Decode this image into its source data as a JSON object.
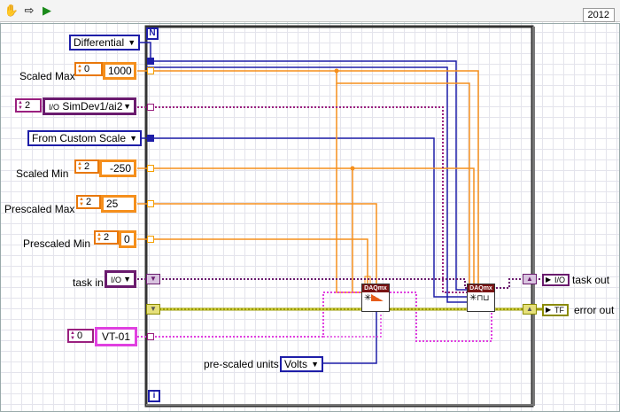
{
  "tab_year": "2012",
  "loop": {
    "count_label": "N",
    "iteration_label": "i"
  },
  "labels": {
    "scaled_max": "Scaled Max",
    "scaled_min": "Scaled Min",
    "prescaled_max": "Prescaled Max",
    "prescaled_min": "Prescaled Min",
    "task_in": "task in",
    "prescaled_units": "pre-scaled units",
    "task_out": "task out",
    "error_out": "error out"
  },
  "controls": {
    "terminal_config": "Differential",
    "scaled_max": {
      "index": "0",
      "value": "1000"
    },
    "physical_channel": {
      "index": "2",
      "value": "SimDev1/ai2",
      "prefix": "I/O"
    },
    "units": "From Custom Scale",
    "scaled_min": {
      "index": "2",
      "value": "-250"
    },
    "prescaled_max": {
      "index": "2",
      "value": "25"
    },
    "prescaled_min": {
      "index": "2",
      "value": "0"
    },
    "task_in": "I/O",
    "scale_name": {
      "index": "0",
      "value": "VT-01"
    },
    "prescaled_units_value": "Volts"
  },
  "subvis": {
    "vi1_header": "DAQmx",
    "vi2_header": "DAQmx"
  },
  "indicators": {
    "task_out_text": "I/O",
    "error_out_text": "TF"
  },
  "icons": [
    "hand-icon",
    "arrow-icon",
    "run-icon"
  ],
  "colors": {
    "numeric": "#f58f1c",
    "enum": "#1e1ea8",
    "task": "#6a1b6e",
    "string": "#e040e0",
    "error": "#8a8a00"
  }
}
